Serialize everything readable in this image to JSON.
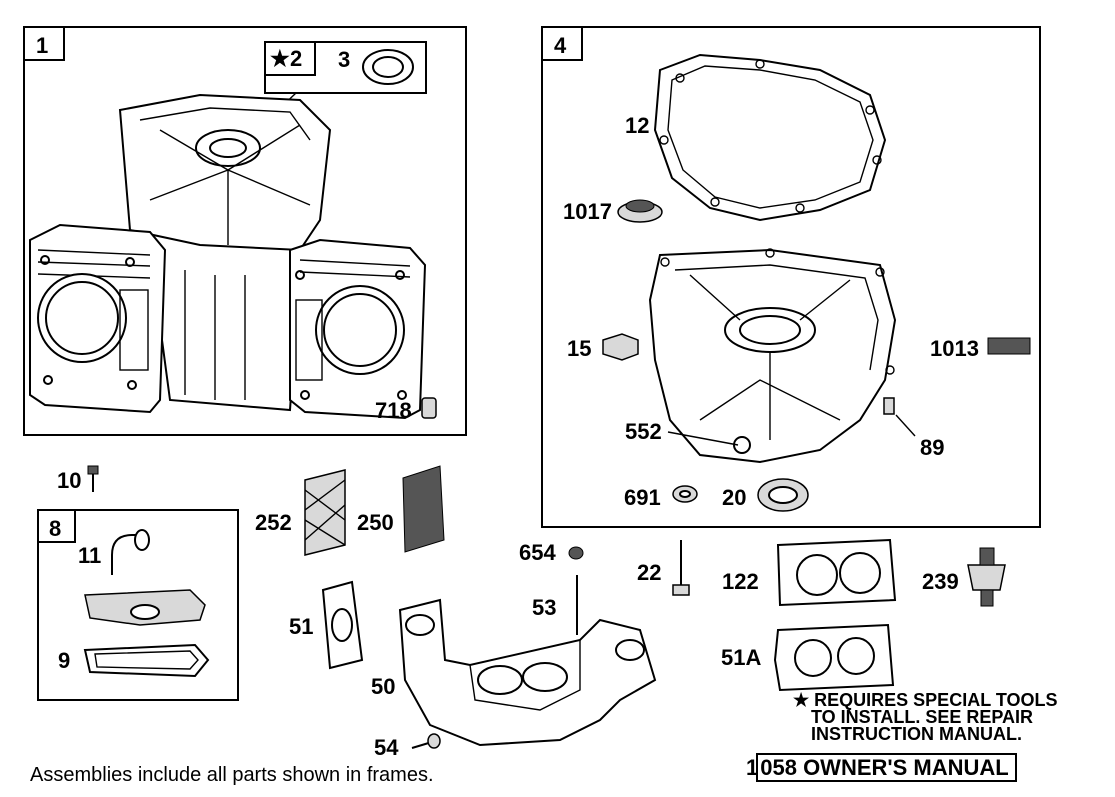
{
  "frames": [
    {
      "number": "1"
    },
    {
      "number": "4"
    },
    {
      "number": "8"
    }
  ],
  "star_box": {
    "symbol": "★",
    "number": "2"
  },
  "part_labels": {
    "p3": "3",
    "p718": "718",
    "p12": "12",
    "p1017": "1017",
    "p15": "15",
    "p1013": "1013",
    "p552": "552",
    "p89": "89",
    "p691": "691",
    "p20": "20",
    "p10": "10",
    "p11": "11",
    "p9": "9",
    "p252": "252",
    "p250": "250",
    "p654": "654",
    "p22": "22",
    "p122": "122",
    "p239": "239",
    "p51": "51",
    "p53": "53",
    "p50": "50",
    "p51A": "51A",
    "p54": "54"
  },
  "note": {
    "star": "★",
    "line1": "REQUIRES SPECIAL TOOLS",
    "line2": "TO INSTALL.  SEE REPAIR",
    "line3": "INSTRUCTION MANUAL."
  },
  "footer_text": "Assemblies include all parts shown in frames.",
  "manual": {
    "prefix": "1",
    "boxed": "058 OWNER'S MANUAL"
  }
}
